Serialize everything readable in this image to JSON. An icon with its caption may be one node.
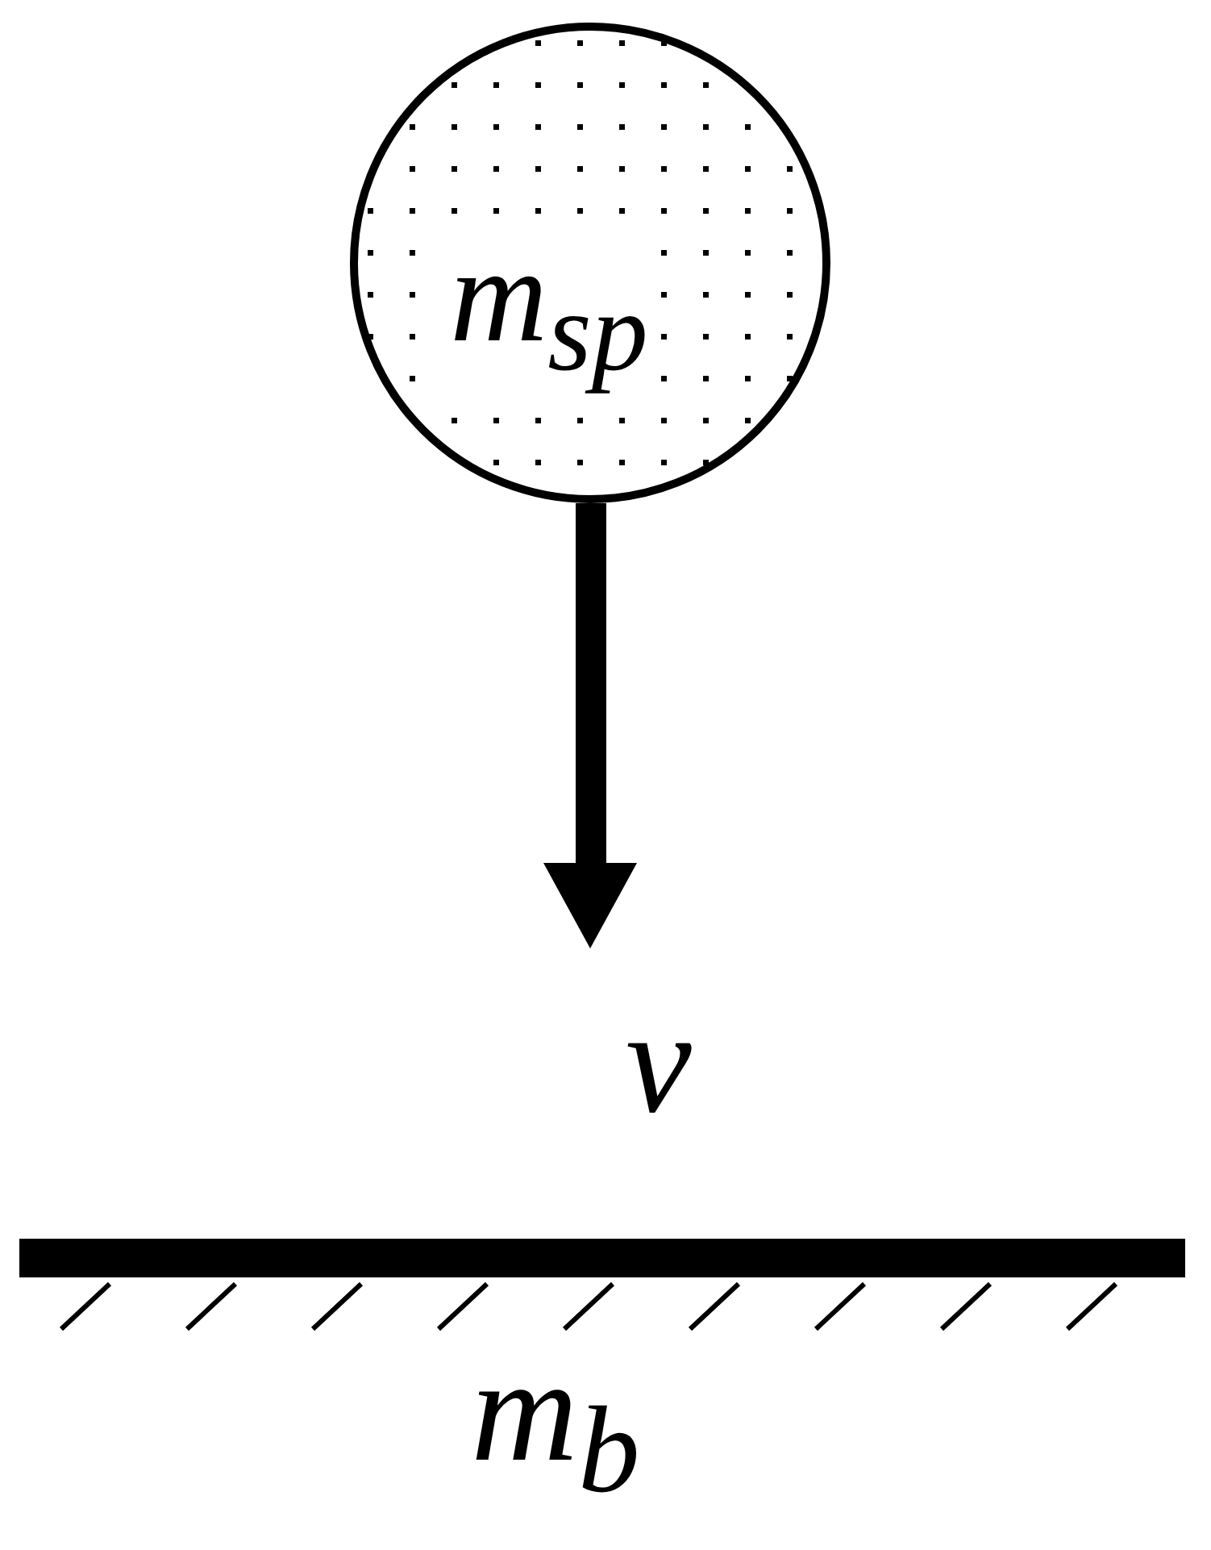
{
  "diagram": {
    "nodes": [
      {
        "text": [
          "m$_{sp}$"
        ]
      }
    ],
    "labels": [
      "v",
      "m$_{b}$"
    ]
  }
}
